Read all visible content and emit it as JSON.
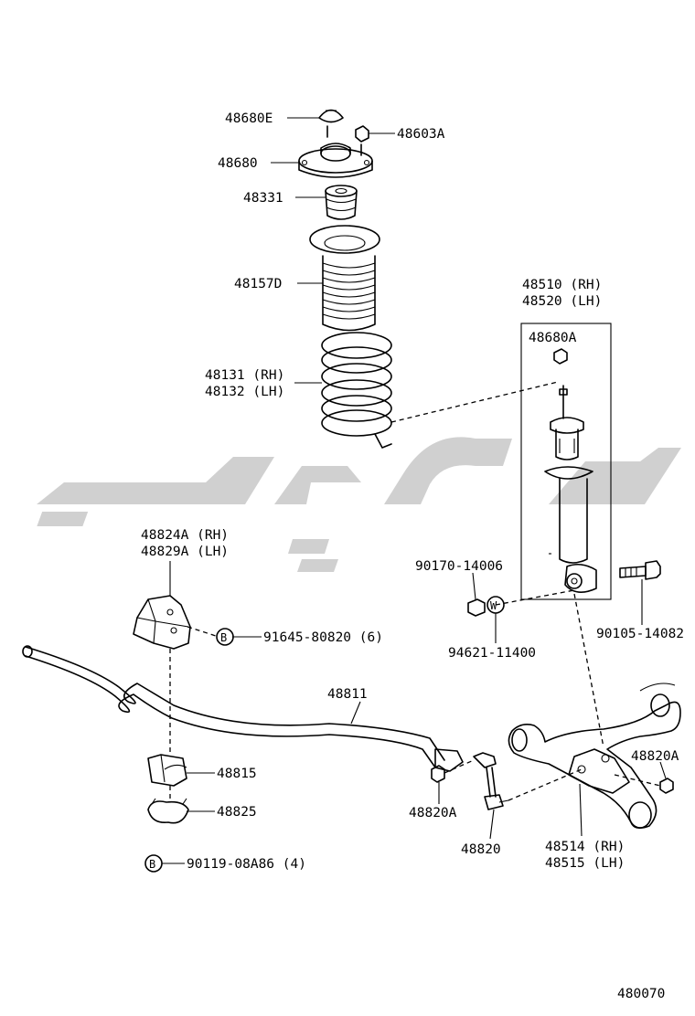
{
  "diagram": {
    "figure_number": "480070",
    "parts": {
      "p48680e": "48680E",
      "p48603a": "48603A",
      "p48680": "48680",
      "p48331": "48331",
      "p48157d": "48157D",
      "p48131": "48131 (RH)",
      "p48132": "48132 (LH)",
      "p48510": "48510 (RH)",
      "p48520": "48520 (LH)",
      "p48680a": "48680A",
      "p48824a": "48824A (RH)",
      "p48829a": "48829A (LH)",
      "p90170": "90170-14006",
      "p94621": "94621-11400",
      "p90105": "90105-14082",
      "p91645": "91645-80820 (6)",
      "p48811": "48811",
      "p48815": "48815",
      "p48825": "48825",
      "p90119": "90119-08A86 (4)",
      "p48820a_left": "48820A",
      "p48820": "48820",
      "p48820a_right": "48820A",
      "p48514": "48514 (RH)",
      "p48515": "48515 (LH)"
    },
    "markers": {
      "bolt_b": "B",
      "washer_w": "W"
    }
  }
}
